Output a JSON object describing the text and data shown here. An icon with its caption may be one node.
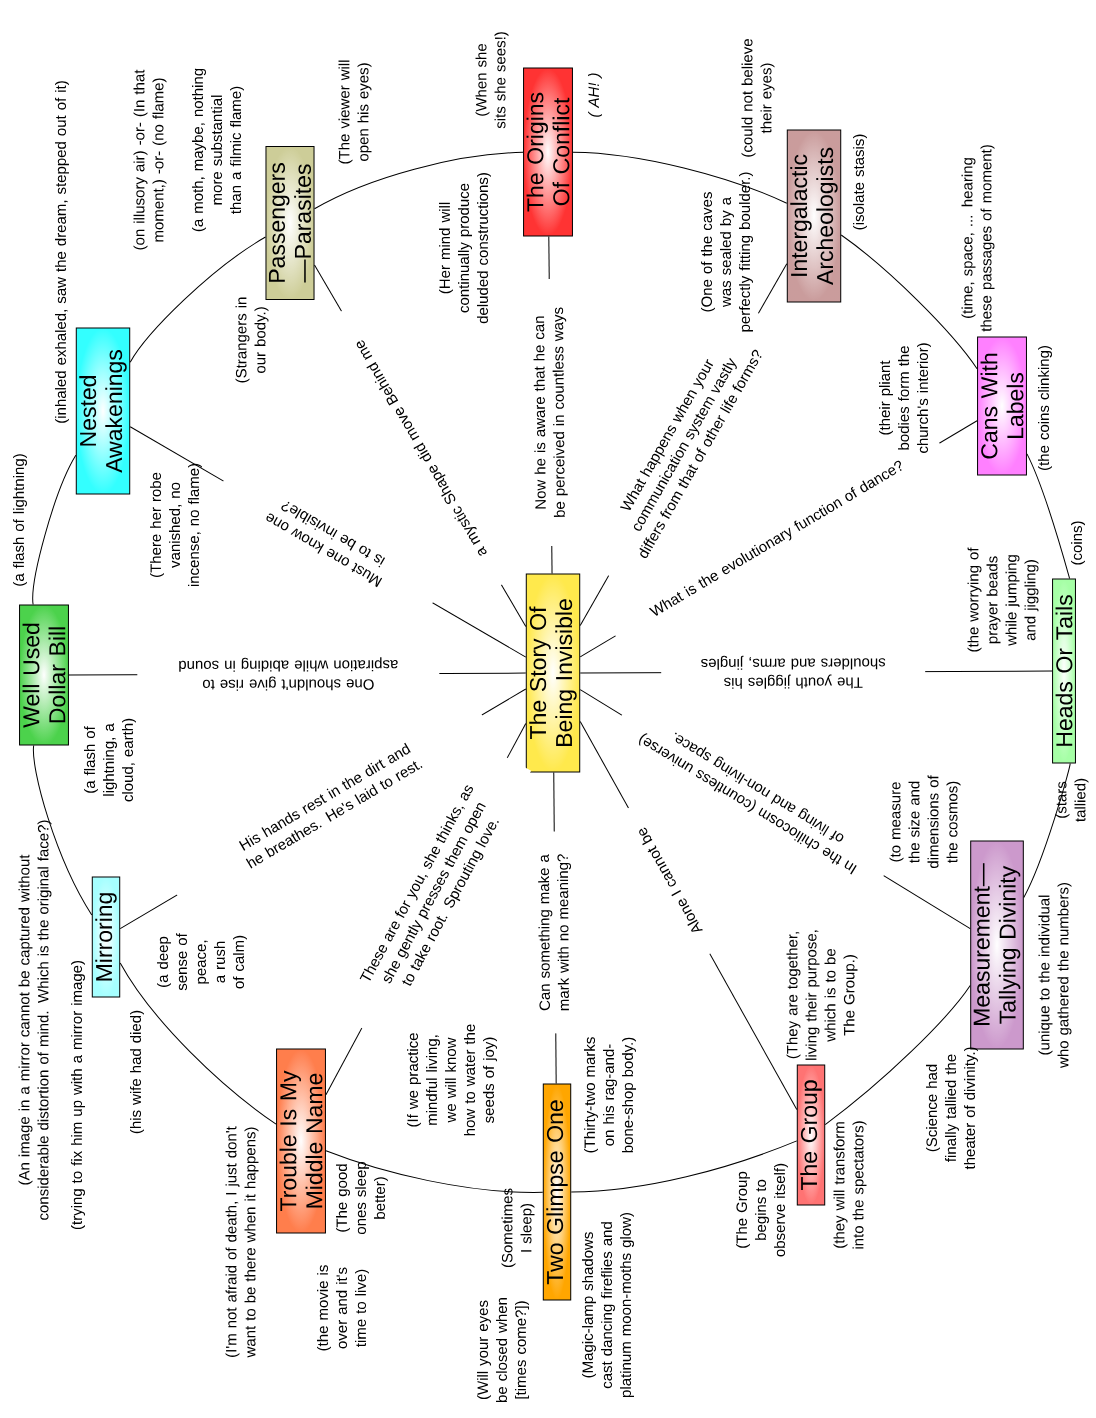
{
  "diagram": {
    "nodes": [
      {
        "text": [
          "The Story Of Being Invisible"
        ]
      },
      {
        "text": [
          "Well Used Dollar Bill"
        ]
      },
      {
        "text": [
          "Nested Awakenings"
        ]
      },
      {
        "text": [
          "Passengers —Parasites"
        ]
      },
      {
        "text": [
          "The Origins Of Conflict"
        ]
      },
      {
        "text": [
          "Intergalactic Archeologists"
        ]
      },
      {
        "text": [
          "Cans With Labels"
        ]
      },
      {
        "text": [
          "Heads Or Tails"
        ]
      },
      {
        "text": [
          "Measurement— Tallying Divinity"
        ]
      },
      {
        "text": [
          "The Group"
        ]
      },
      {
        "text": [
          "Two Glimpse One"
        ]
      },
      {
        "text": [
          "Trouble Is My Middle Name"
        ]
      },
      {
        "text": [
          "Mirroring"
        ]
      }
    ],
    "edges": [
      {
        "from": 0,
        "to": 1,
        "arrow": "none",
        "label": "One shouldn't give rise to aspiration while abiding in sound"
      },
      {
        "from": 0,
        "to": 2,
        "arrow": "none",
        "label": "Must one know one is to be invisible?"
      },
      {
        "from": 0,
        "to": 3,
        "arrow": "none",
        "label": "a mystic Shape did move Behind me"
      },
      {
        "from": 0,
        "to": 4,
        "arrow": "none",
        "label": "Now he is aware that he can be perceived in countless ways"
      },
      {
        "from": 0,
        "to": 5,
        "arrow": "none",
        "label": "What happens when your communication system vastly differs from that of other life forms?"
      },
      {
        "from": 0,
        "to": 6,
        "arrow": "none",
        "label": "What is the evolutionary function of dance?"
      },
      {
        "from": 0,
        "to": 7,
        "arrow": "none",
        "label": "The youth jiggles his shoulders and arms, jingles"
      },
      {
        "from": 0,
        "to": 8,
        "arrow": "none",
        "label": "In the chiliocosm (countless universe) of living and non-living space."
      },
      {
        "from": 0,
        "to": 9,
        "arrow": "none",
        "label": "Alone I cannot be"
      },
      {
        "from": 0,
        "to": 10,
        "arrow": "none",
        "label": "Can something make a mark with no meaning?"
      },
      {
        "from": 0,
        "to": 11,
        "arrow": "none",
        "label": "These are for you, she thinks, as she gently presses them open to take root. Sprouting love."
      },
      {
        "from": 0,
        "to": 12,
        "arrow": "none",
        "label": "His hands rest in the dirt and he breathes. He's laid to rest."
      },
      {
        "from": 1,
        "to": 2,
        "arrow": "none"
      },
      {
        "from": 2,
        "to": 3,
        "arrow": "none"
      },
      {
        "from": 3,
        "to": 4,
        "arrow": "none"
      },
      {
        "from": 4,
        "to": 5,
        "arrow": "none"
      },
      {
        "from": 5,
        "to": 6,
        "arrow": "none"
      },
      {
        "from": 6,
        "to": 7,
        "arrow": "none"
      },
      {
        "from": 7,
        "to": 8,
        "arrow": "none"
      },
      {
        "from": 8,
        "to": 9,
        "arrow": "none"
      },
      {
        "from": 9,
        "to": 10,
        "arrow": "none"
      },
      {
        "from": 10,
        "to": 11,
        "arrow": "none"
      },
      {
        "from": 11,
        "to": 12,
        "arrow": "none"
      },
      {
        "from": 12,
        "to": 1,
        "arrow": "none"
      }
    ],
    "labels": [
      "(a flash of lightning)",
      "(inhaled exhaled, saw the dream, stepped out of it)",
      "(on illusory air) -or- (In that moment,) -or- (no flame)",
      "(a moth, maybe, nothing more substantial than a filmic flame)",
      "(The viewer will open his eyes)",
      "(Strangers in our body.)",
      "(When she sits she sees!)",
      "(Her mind will continually produce deluded constructions)",
      "( AH! )",
      "(could not believe their eyes)",
      "(One of the caves was sealed by a perfectly fitting boulder.)",
      "(isolate stasis)",
      "(time, space, ... hearing these passages of moment)",
      "(their pliant bodies form the church's interior)",
      "(the coins clinking)",
      "(coins)",
      "(the worrying of prayer beads while jumping and jiggling)",
      "(stars tallied)",
      "(to measure the size and dimensions of the cosmos)",
      "(unique to the individual who gathered the numbers)",
      "(Science had finally tallied the theater of divinity.)",
      "(They are together, living their purpose, which is to be The Group.)",
      "(they will transform into the spectators)",
      "(The Group begins to observe itself)",
      "(Thirty-two marks on his rag-and-bone-shop body.)",
      "(Magic-lamp shadows cast dancing fireflies and platinum moon-moths glow)",
      "(If we practice mindful living, we will know how to water the seeds of joy)",
      "(Sometimes I sleep)",
      "(Will your eyes be closed when [times come?])",
      "(The good ones sleep better)",
      "(the movie is over and it's time to live)",
      "(I'm not afraid of death, I just don't want to be there when it happens)",
      "(his wife had died)",
      "(trying to fix him up with a mirror image)",
      "(An image in a mirror cannot be captured without considerable distortion of mind. Which is the original face?)",
      "(a deep sense of peace, a rush of calm)",
      "(a flash of lightning, a cloud, earth)",
      "(There her robe vanished, no incense, no flame)"
    ]
  }
}
